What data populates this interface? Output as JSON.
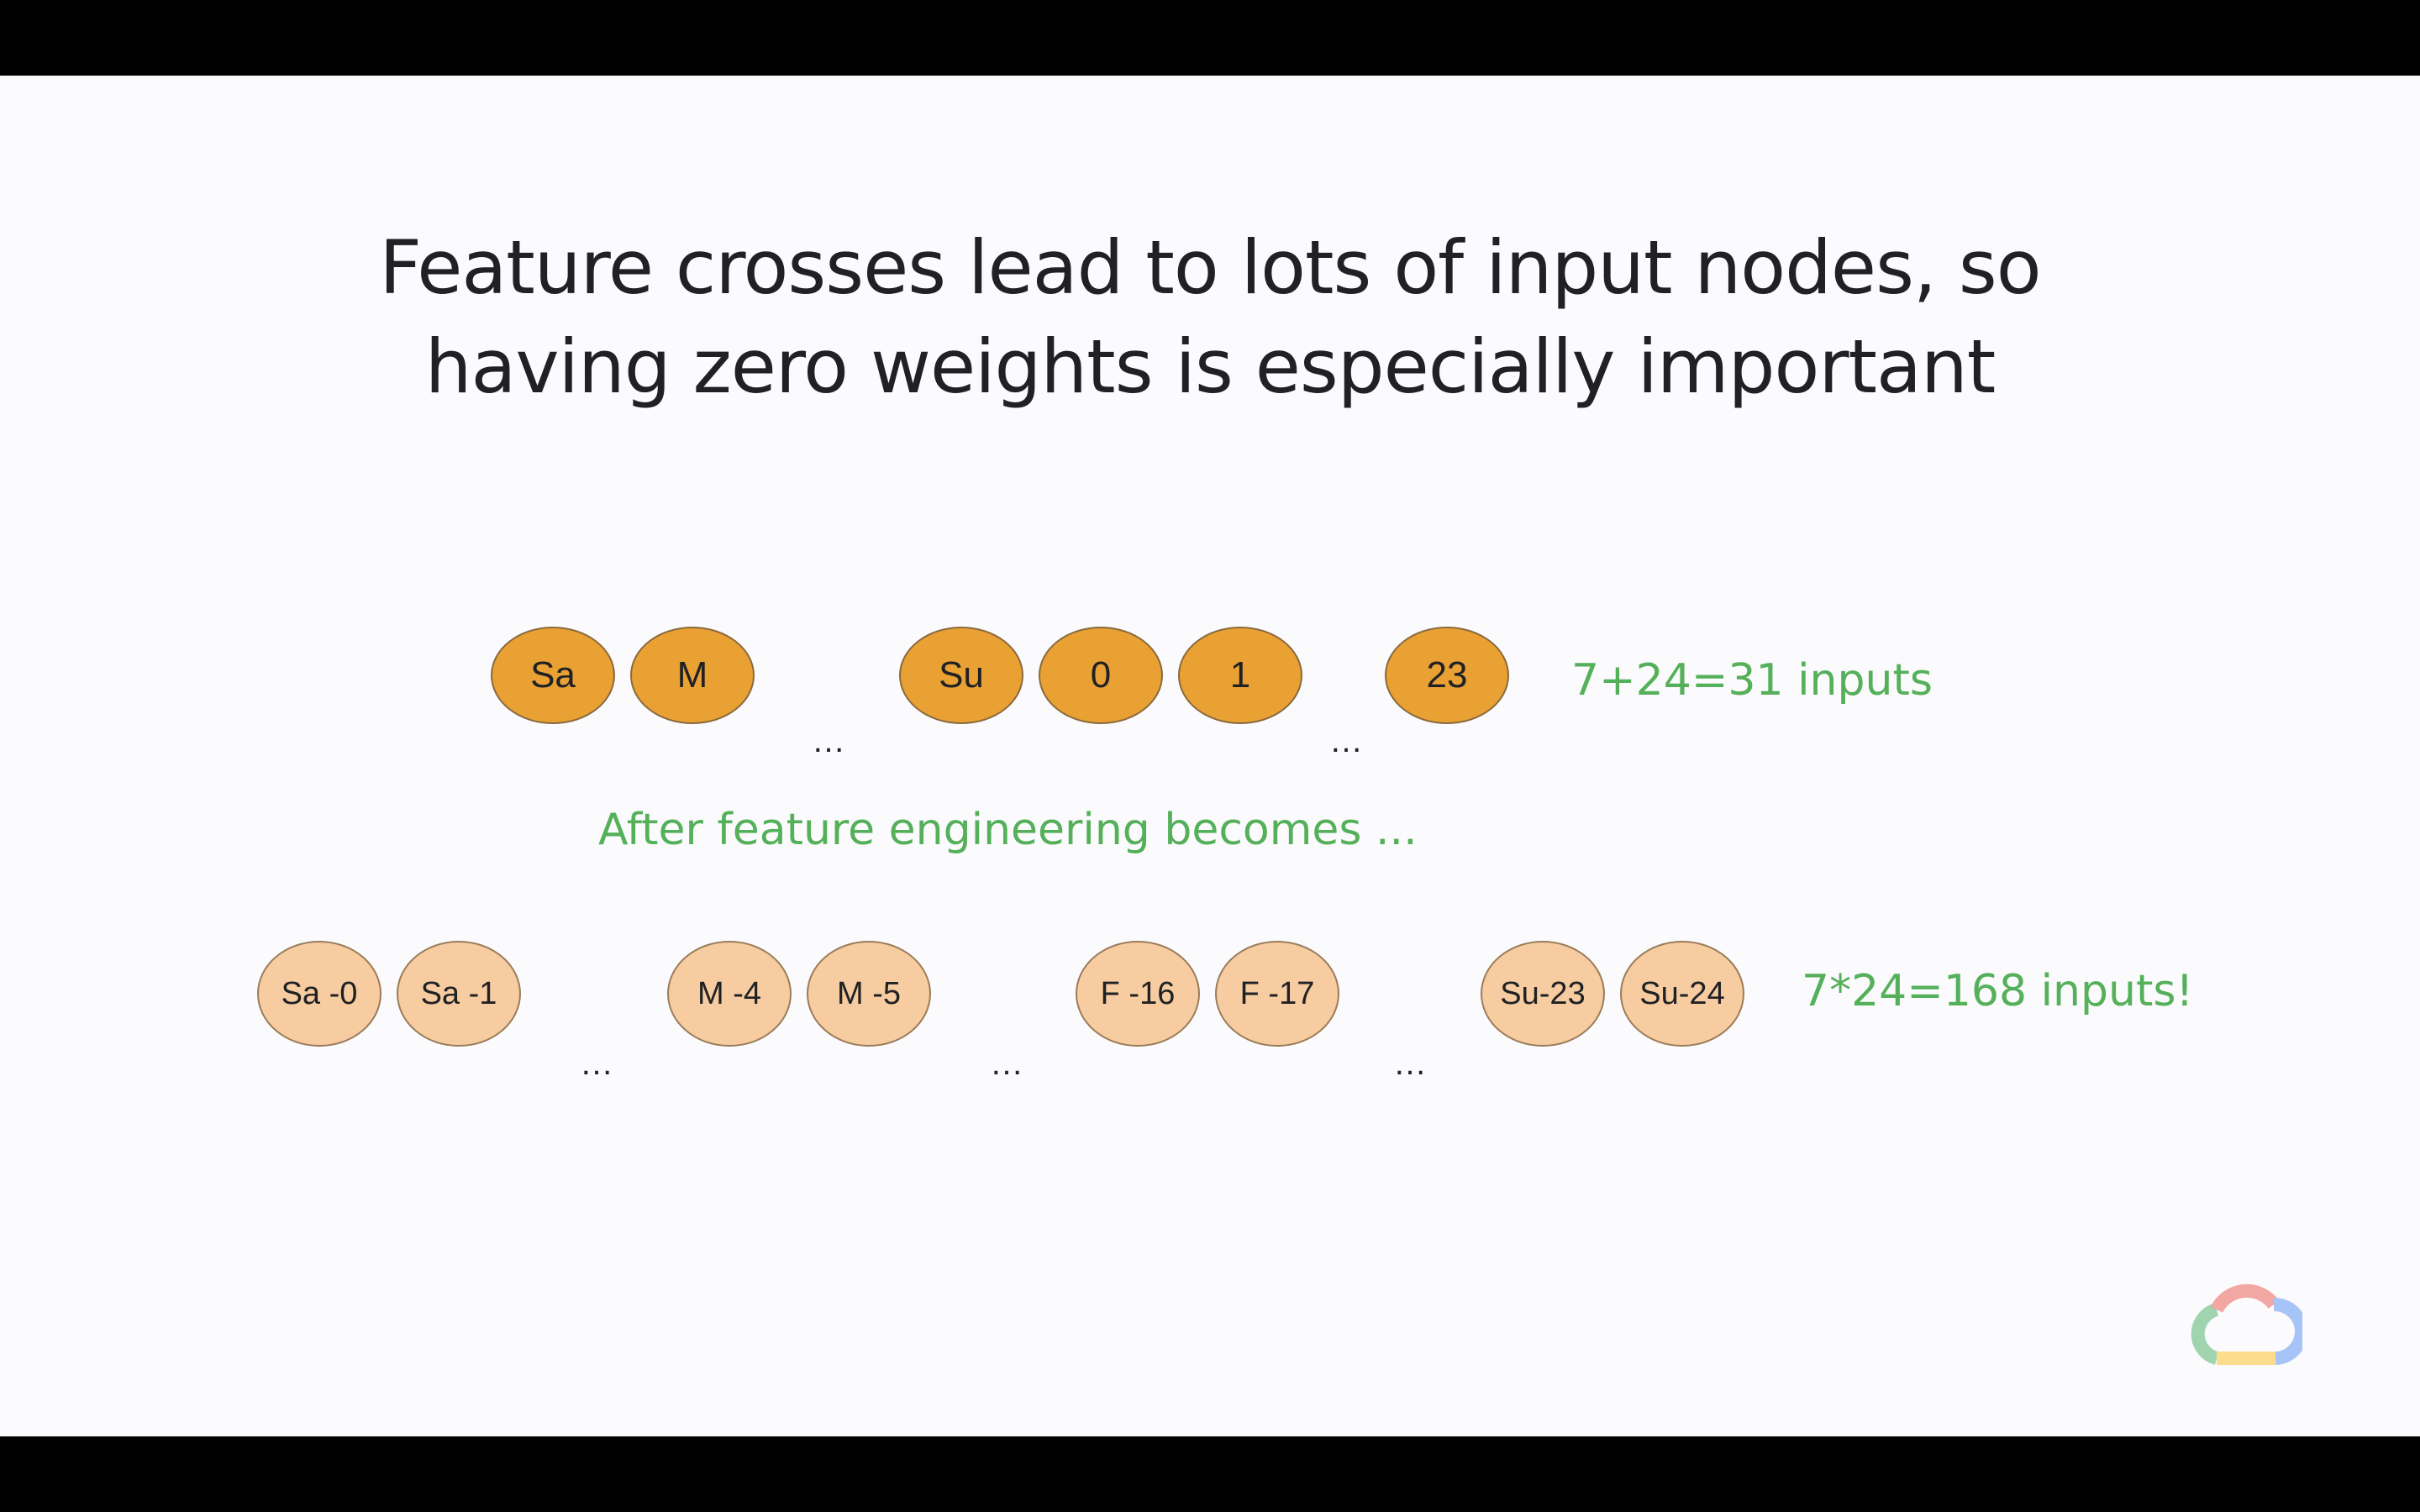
{
  "slide": {
    "title_line1": "Feature crosses lead to lots of input nodes, so",
    "title_line2": "having zero weights is especially important",
    "row1": {
      "nodes": [
        "Sa",
        "M",
        "Su",
        "0",
        "1",
        "23"
      ],
      "ellipsis": "…",
      "summary": "7+24=31 inputs"
    },
    "transition_text": "After feature engineering becomes ...",
    "row2": {
      "nodes": [
        "Sa -0",
        "Sa -1",
        "M -4",
        "M -5",
        "F -16",
        "F -17",
        "Su-23",
        "Su-24"
      ],
      "ellipsis": "…",
      "summary": "7*24=168 inputs!"
    },
    "colors": {
      "input_node": "#eaa134",
      "crossed_node": "#f6cca0",
      "annotation": "#55b05a",
      "title": "#202124"
    },
    "logo_icon": "google-cloud-logo-icon"
  }
}
